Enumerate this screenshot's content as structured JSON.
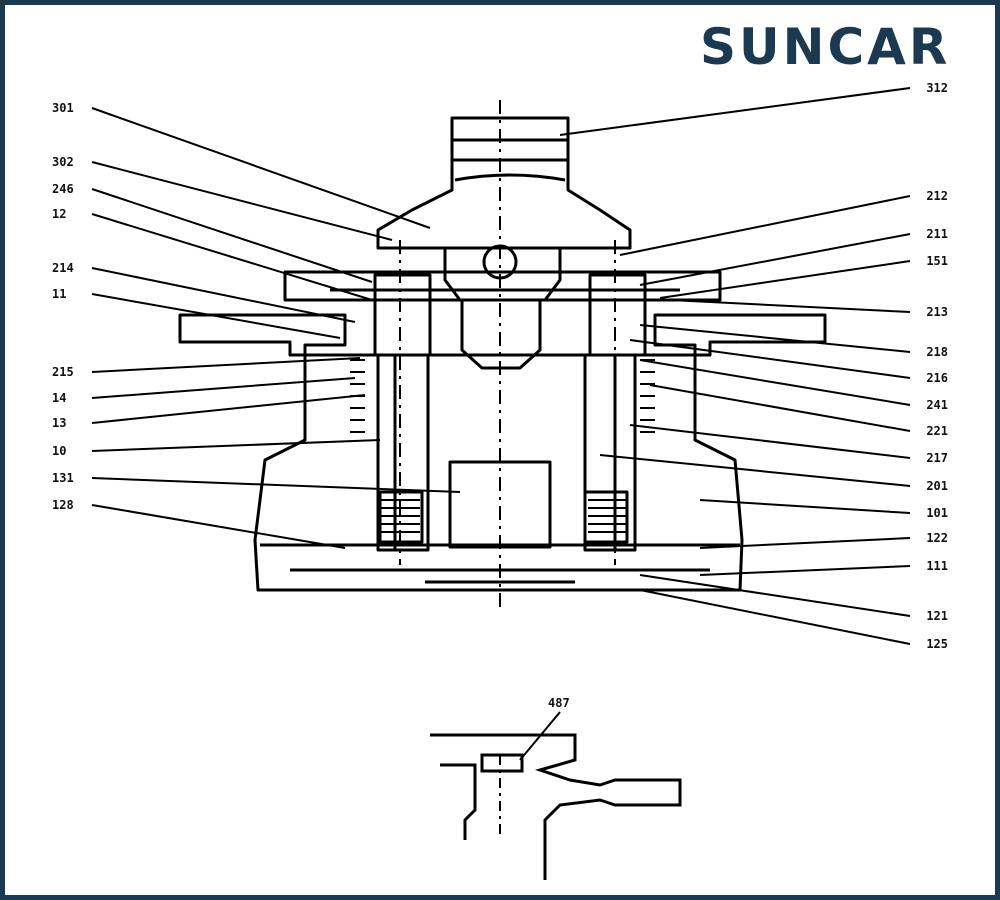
{
  "brand": {
    "logo_text": "SUNCAR",
    "color": "#1b3a52",
    "accent": "#1b6fa8"
  },
  "diagram": {
    "left_labels": [
      "301",
      "302",
      "246",
      "12",
      "214",
      "11",
      "215",
      "14",
      "13",
      "10",
      "131",
      "128"
    ],
    "right_labels": [
      "312",
      "212",
      "211",
      "151",
      "213",
      "218",
      "216",
      "241",
      "221",
      "217",
      "201",
      "101",
      "122",
      "111",
      "121",
      "125"
    ],
    "detail_label": "487"
  }
}
